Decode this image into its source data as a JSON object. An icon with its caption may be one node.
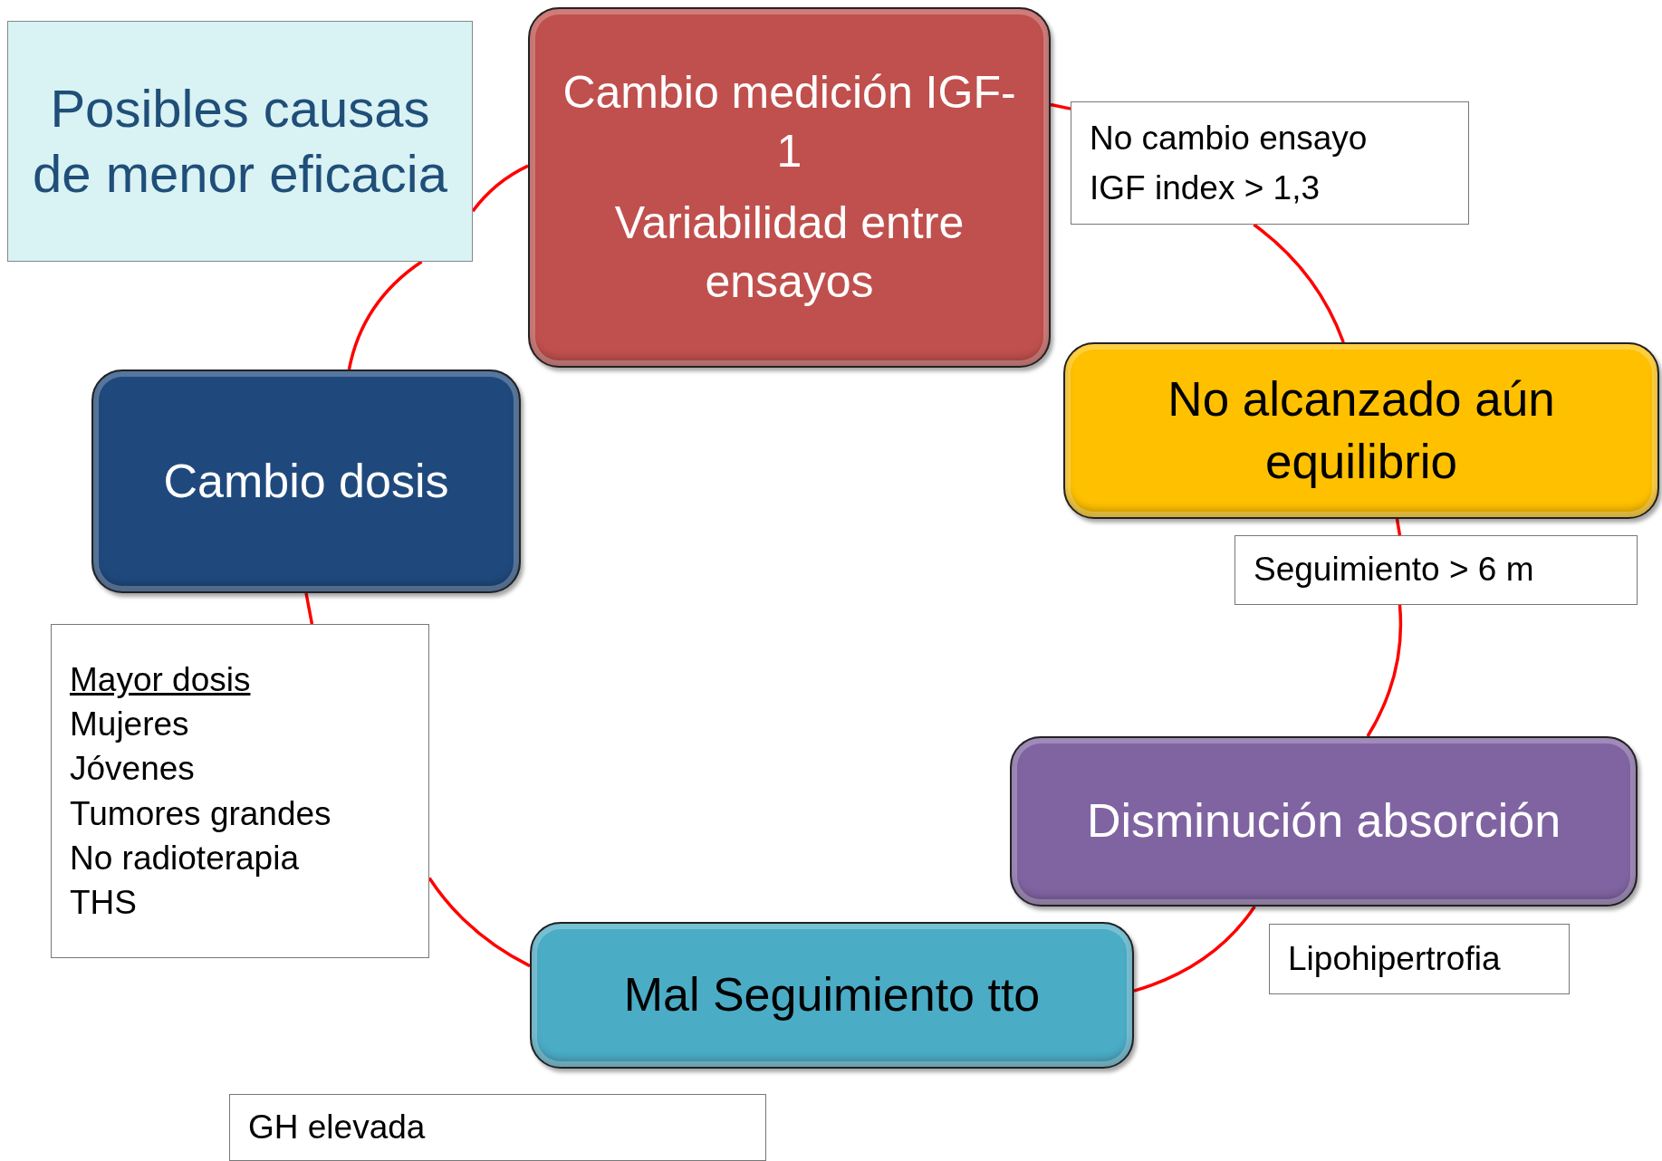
{
  "diagram": {
    "nodes": [
      {
        "text": [
          "Posibles causas de menor eficacia"
        ]
      },
      {
        "text": [
          "Cambio medición IGF-1",
          "Variabilidad entre ensayos"
        ]
      },
      {
        "text": [
          "No cambio ensayo",
          "IGF index > 1,3"
        ]
      },
      {
        "text": [
          "No alcanzado aún equilibrio"
        ]
      },
      {
        "text": [
          "Seguimiento > 6 m"
        ]
      },
      {
        "text": [
          "Disminución absorción"
        ]
      },
      {
        "text": [
          "Lipohipertrofia"
        ]
      },
      {
        "text": [
          "Mal Seguimiento tto"
        ]
      },
      {
        "text": [
          "GH elevada"
        ]
      },
      {
        "text": [
          "Cambio dosis"
        ]
      },
      {
        "text": [
          "Mayor dosis",
          "Mujeres",
          "Jóvenes",
          "Tumores grandes",
          "No radioterapia",
          "THS"
        ]
      }
    ],
    "edges": [
      {
        "from": 1,
        "to": 2,
        "arrow": "none"
      },
      {
        "from": 2,
        "to": 3,
        "arrow": "none"
      },
      {
        "from": 3,
        "to": 4,
        "arrow": "none"
      },
      {
        "from": 4,
        "to": 5,
        "arrow": "none"
      },
      {
        "from": 5,
        "to": 7,
        "arrow": "none"
      },
      {
        "from": 7,
        "to": 10,
        "arrow": "none"
      },
      {
        "from": 10,
        "to": 9,
        "arrow": "none"
      },
      {
        "from": 9,
        "to": 0,
        "arrow": "none"
      },
      {
        "from": 0,
        "to": 1,
        "arrow": "none"
      }
    ]
  }
}
